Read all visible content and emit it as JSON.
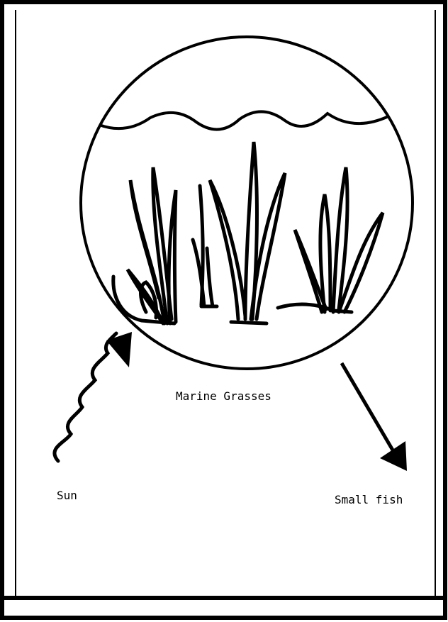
{
  "diagram": {
    "nodes": {
      "grasses": "Marine Grasses",
      "sun": "Sun",
      "fish": "Small fish"
    },
    "edges": [
      {
        "from": "Sun",
        "to": "Marine Grasses"
      },
      {
        "from": "Marine Grasses",
        "to": "Small fish"
      }
    ]
  },
  "colors": {
    "ink": "#000000",
    "paper": "#ffffff"
  }
}
